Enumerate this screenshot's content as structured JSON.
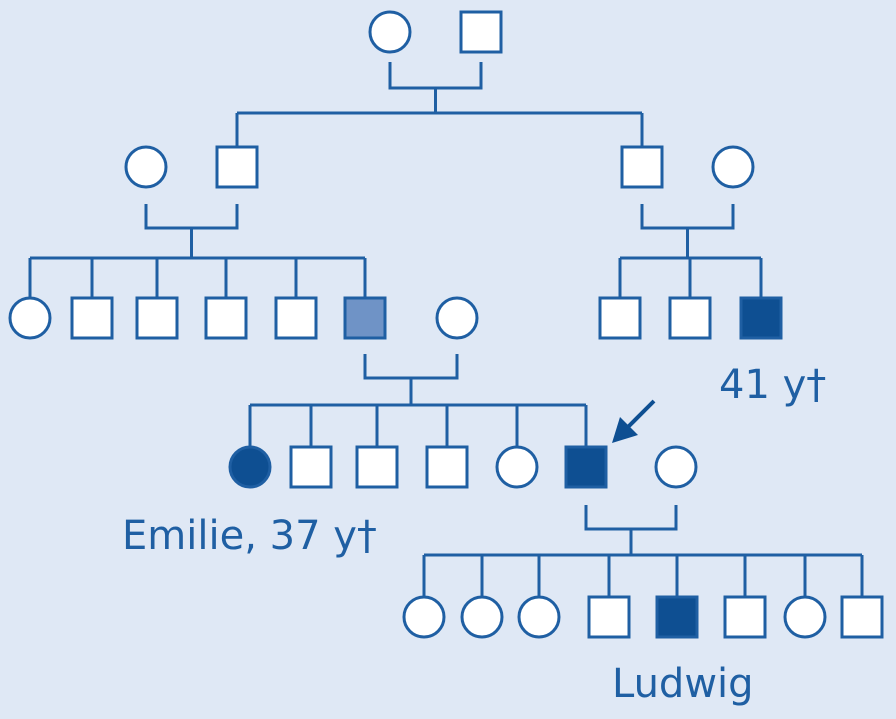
{
  "colors": {
    "background": "#dfe8f5",
    "line": "#1f5fa3",
    "affected": "#0e4f92",
    "carrier": "#6f93c6",
    "unaffected": "#ffffff"
  },
  "generations": [
    {
      "id": "I",
      "members": [
        {
          "id": "I-1",
          "sex": "female",
          "status": "unaffected"
        },
        {
          "id": "I-2",
          "sex": "male",
          "status": "unaffected"
        }
      ]
    },
    {
      "id": "II",
      "members": [
        {
          "id": "II-1",
          "sex": "female",
          "status": "unaffected"
        },
        {
          "id": "II-2",
          "sex": "male",
          "status": "unaffected"
        },
        {
          "id": "II-3",
          "sex": "male",
          "status": "unaffected"
        },
        {
          "id": "II-4",
          "sex": "female",
          "status": "unaffected"
        }
      ]
    },
    {
      "id": "III",
      "members": [
        {
          "id": "III-1",
          "sex": "female",
          "status": "unaffected"
        },
        {
          "id": "III-2",
          "sex": "male",
          "status": "unaffected"
        },
        {
          "id": "III-3",
          "sex": "male",
          "status": "unaffected"
        },
        {
          "id": "III-4",
          "sex": "male",
          "status": "unaffected"
        },
        {
          "id": "III-5",
          "sex": "male",
          "status": "unaffected"
        },
        {
          "id": "III-6",
          "sex": "male",
          "status": "carrier"
        },
        {
          "id": "III-7",
          "sex": "female",
          "status": "unaffected"
        },
        {
          "id": "III-8",
          "sex": "male",
          "status": "unaffected"
        },
        {
          "id": "III-9",
          "sex": "male",
          "status": "unaffected"
        },
        {
          "id": "III-10",
          "sex": "male",
          "status": "affected",
          "label": "41 y†"
        }
      ]
    },
    {
      "id": "IV",
      "members": [
        {
          "id": "IV-1",
          "sex": "female",
          "status": "affected",
          "label": "Emilie, 37 y†"
        },
        {
          "id": "IV-2",
          "sex": "male",
          "status": "unaffected"
        },
        {
          "id": "IV-3",
          "sex": "male",
          "status": "unaffected"
        },
        {
          "id": "IV-4",
          "sex": "male",
          "status": "unaffected"
        },
        {
          "id": "IV-5",
          "sex": "female",
          "status": "unaffected"
        },
        {
          "id": "IV-6",
          "sex": "male",
          "status": "affected",
          "proband": true
        },
        {
          "id": "IV-7",
          "sex": "female",
          "status": "unaffected"
        }
      ]
    },
    {
      "id": "V",
      "members": [
        {
          "id": "V-1",
          "sex": "female",
          "status": "unaffected"
        },
        {
          "id": "V-2",
          "sex": "female",
          "status": "unaffected"
        },
        {
          "id": "V-3",
          "sex": "female",
          "status": "unaffected"
        },
        {
          "id": "V-4",
          "sex": "male",
          "status": "unaffected"
        },
        {
          "id": "V-5",
          "sex": "male",
          "status": "affected",
          "label": "Ludwig"
        },
        {
          "id": "V-6",
          "sex": "male",
          "status": "unaffected"
        },
        {
          "id": "V-7",
          "sex": "female",
          "status": "unaffected"
        },
        {
          "id": "V-8",
          "sex": "male",
          "status": "unaffected"
        }
      ]
    }
  ],
  "unions": [
    {
      "partners": [
        "I-1",
        "I-2"
      ],
      "children": [
        "II-2",
        "II-3"
      ]
    },
    {
      "partners": [
        "II-1",
        "II-2"
      ],
      "children": [
        "III-1",
        "III-2",
        "III-3",
        "III-4",
        "III-5",
        "III-6"
      ]
    },
    {
      "partners": [
        "II-3",
        "II-4"
      ],
      "children": [
        "III-8",
        "III-9",
        "III-10"
      ]
    },
    {
      "partners": [
        "III-6",
        "III-7"
      ],
      "children": [
        "IV-1",
        "IV-2",
        "IV-3",
        "IV-4",
        "IV-5",
        "IV-6"
      ]
    },
    {
      "partners": [
        "IV-6",
        "IV-7"
      ],
      "children": [
        "V-1",
        "V-2",
        "V-3",
        "V-4",
        "V-5",
        "V-6",
        "V-7",
        "V-8"
      ]
    }
  ]
}
